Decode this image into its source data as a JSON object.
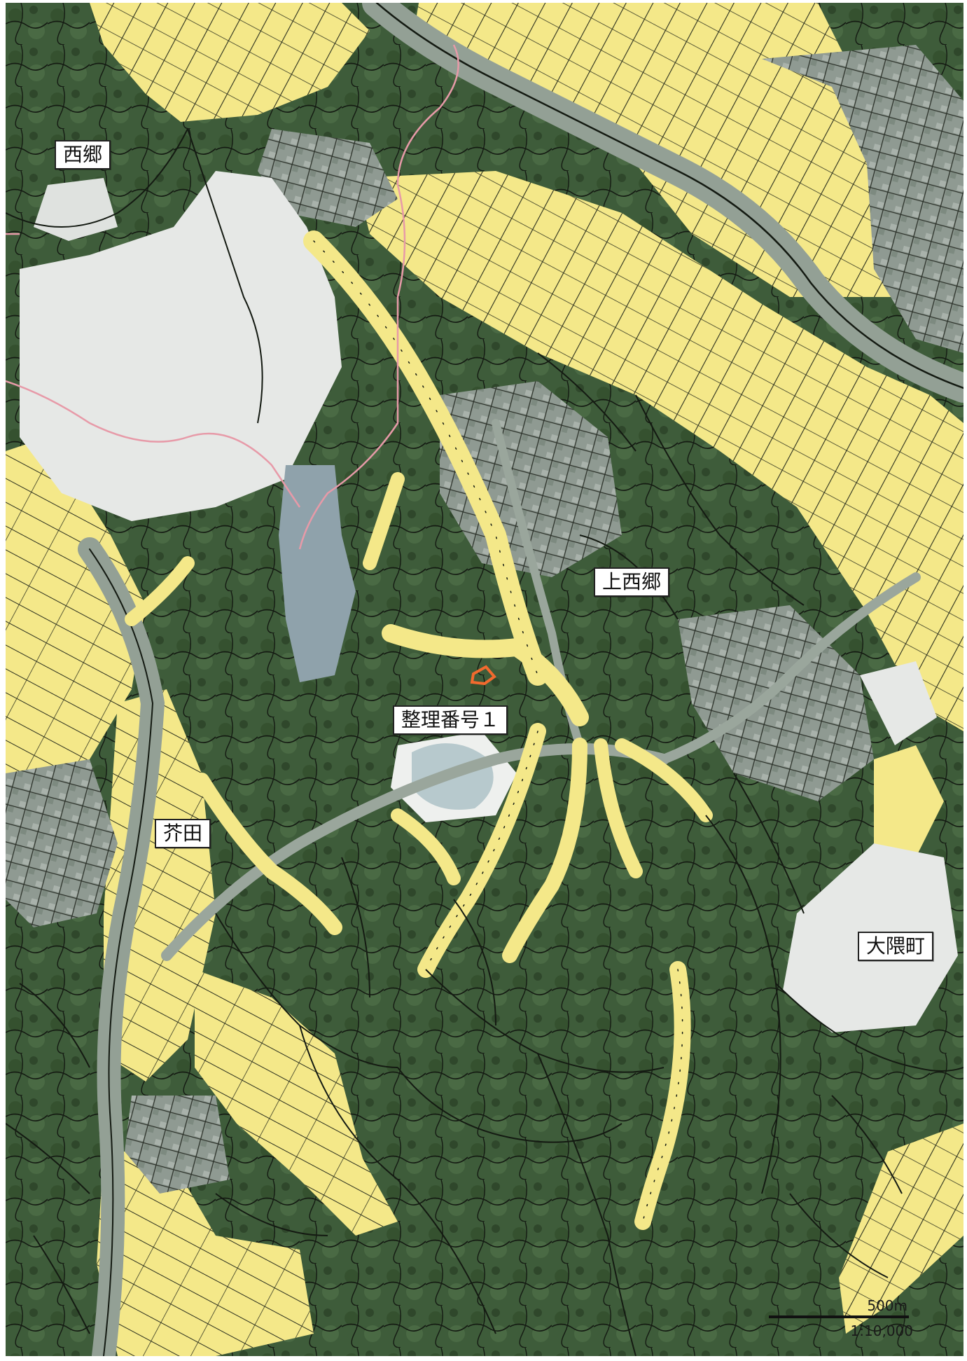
{
  "map": {
    "colors": {
      "forest": "#3e5c3a",
      "forest_dark": "#2b4128",
      "paddy": "#f4e889",
      "paddy_bright": "#f7ee6a",
      "urban": "#8f9a92",
      "bare": "#e6e8e6",
      "road": "#93a095",
      "parcel_line": "#141a12",
      "boundary": "#e79aa8",
      "target_parcel": "#f26a2e"
    },
    "place_labels": {
      "nishigo": "西郷",
      "kaminishigo": "上西郷",
      "keta": "芥田",
      "okuma": "大隈町"
    },
    "target_label": "整理番号１",
    "scale": {
      "distance": "500m",
      "ratio": "1:10,000"
    }
  }
}
